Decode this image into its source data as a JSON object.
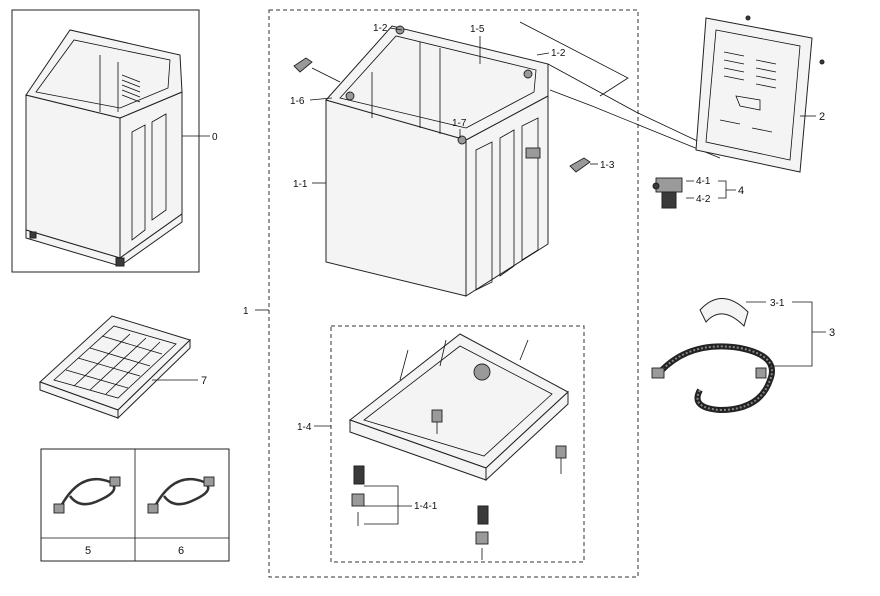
{
  "diagram": {
    "labels": {
      "p0": "0",
      "p1": "1",
      "p1_1": "1-1",
      "p1_2a": "1-2",
      "p1_2b": "1-2",
      "p1_3": "1-3",
      "p1_4": "1-4",
      "p1_4_1": "1-4-1",
      "p1_5": "1-5",
      "p1_6": "1-6",
      "p1_7": "1-7",
      "p2": "2",
      "p3": "3",
      "p3_1": "3-1",
      "p4": "4",
      "p4_1": "4-1",
      "p4_2": "4-2",
      "p5": "5",
      "p6": "6",
      "p7": "7"
    }
  }
}
